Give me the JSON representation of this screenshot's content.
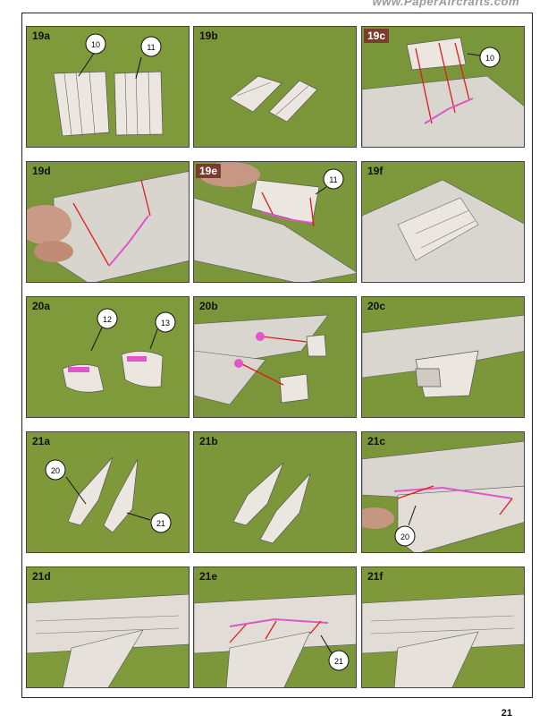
{
  "header": {
    "site": "www.PaperAircrafts.com"
  },
  "footer": {
    "page_number": "21"
  },
  "steps": [
    {
      "label": "19a",
      "parts": [
        "10",
        "11"
      ]
    },
    {
      "label": "19b",
      "parts": []
    },
    {
      "label": "19c",
      "parts": [
        "10"
      ],
      "highlight": true
    },
    {
      "label": "19d",
      "parts": []
    },
    {
      "label": "19e",
      "parts": [
        "11"
      ]
    },
    {
      "label": "19f",
      "parts": []
    },
    {
      "label": "20a",
      "parts": [
        "12",
        "13"
      ]
    },
    {
      "label": "20b",
      "parts": []
    },
    {
      "label": "20c",
      "parts": []
    },
    {
      "label": "21a",
      "parts": [
        "20",
        "21"
      ]
    },
    {
      "label": "21b",
      "parts": []
    },
    {
      "label": "21c",
      "parts": [
        "20"
      ]
    },
    {
      "label": "21d",
      "parts": []
    },
    {
      "label": "21e",
      "parts": [
        "21"
      ]
    },
    {
      "label": "21f",
      "parts": []
    }
  ],
  "colors": {
    "background_green": "#7f9a3a",
    "paper": "#e9e4dc",
    "arrow": "#e01b1b",
    "glue_mark": "#e055c8"
  }
}
